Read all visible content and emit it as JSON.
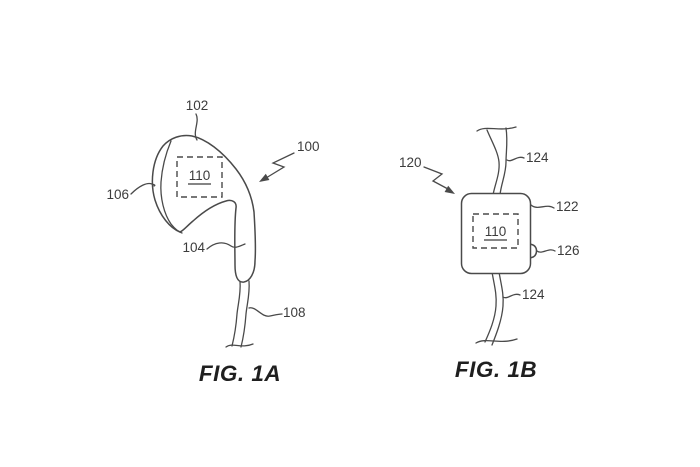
{
  "fig1a": {
    "caption": "FIG. 1A",
    "refs": {
      "assembly": "100",
      "housing": "102",
      "stem": "104",
      "front_face": "106",
      "cable": "108",
      "sensor": "110"
    }
  },
  "fig1b": {
    "caption": "FIG. 1B",
    "refs": {
      "assembly": "120",
      "body": "122",
      "cable_upper": "124",
      "cable_lower": "124",
      "button": "126",
      "sensor": "110"
    }
  },
  "colors": {
    "background": "#ffffff",
    "line": "#4a4a4a",
    "label_text": "#3c3c3c",
    "caption_text": "#1f1f1f"
  }
}
